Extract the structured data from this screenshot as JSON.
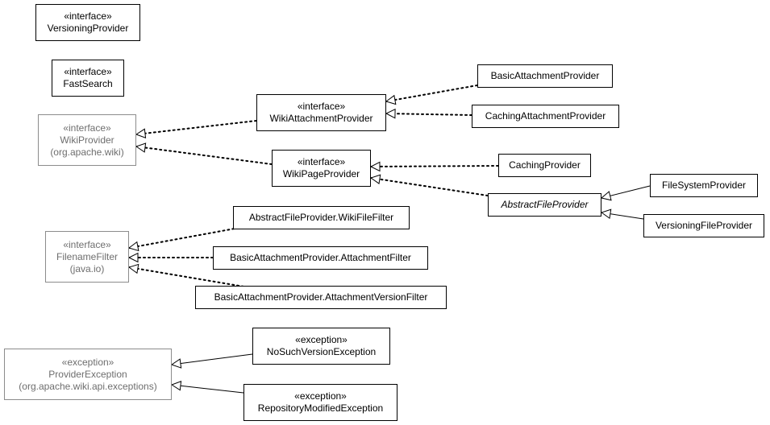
{
  "stereotypes": {
    "interface": "«interface»",
    "exception": "«exception»"
  },
  "classes": {
    "versioning_provider": {
      "stereotype": "«interface»",
      "name": "VersioningProvider"
    },
    "fast_search": {
      "stereotype": "«interface»",
      "name": "FastSearch"
    },
    "wiki_provider": {
      "stereotype": "«interface»",
      "name": "WikiProvider",
      "package": "(org.apache.wiki)"
    },
    "wiki_attachment_provider": {
      "stereotype": "«interface»",
      "name": "WikiAttachmentProvider"
    },
    "wiki_page_provider": {
      "stereotype": "«interface»",
      "name": "WikiPageProvider"
    },
    "basic_attachment_provider": {
      "name": "BasicAttachmentProvider"
    },
    "caching_attachment_provider": {
      "name": "CachingAttachmentProvider"
    },
    "caching_provider": {
      "name": "CachingProvider"
    },
    "abstract_file_provider": {
      "name": "AbstractFileProvider"
    },
    "file_system_provider": {
      "name": "FileSystemProvider"
    },
    "versioning_file_provider": {
      "name": "VersioningFileProvider"
    },
    "filename_filter": {
      "stereotype": "«interface»",
      "name": "FilenameFilter",
      "package": "(java.io)"
    },
    "wiki_file_filter": {
      "name": "AbstractFileProvider.WikiFileFilter"
    },
    "attachment_filter": {
      "name": "BasicAttachmentProvider.AttachmentFilter"
    },
    "attachment_version_filter": {
      "name": "BasicAttachmentProvider.AttachmentVersionFilter"
    },
    "provider_exception": {
      "stereotype": "«exception»",
      "name": "ProviderException",
      "package": "(org.apache.wiki.api.exceptions)"
    },
    "no_such_version_exception": {
      "stereotype": "«exception»",
      "name": "NoSuchVersionException"
    },
    "repository_modified_exception": {
      "stereotype": "«exception»",
      "name": "RepositoryModifiedException"
    }
  },
  "relations": [
    {
      "from": "wiki_attachment_provider",
      "to": "wiki_provider",
      "kind": "realization"
    },
    {
      "from": "wiki_page_provider",
      "to": "wiki_provider",
      "kind": "realization"
    },
    {
      "from": "basic_attachment_provider",
      "to": "wiki_attachment_provider",
      "kind": "realization"
    },
    {
      "from": "caching_attachment_provider",
      "to": "wiki_attachment_provider",
      "kind": "realization"
    },
    {
      "from": "caching_provider",
      "to": "wiki_page_provider",
      "kind": "realization"
    },
    {
      "from": "abstract_file_provider",
      "to": "wiki_page_provider",
      "kind": "realization"
    },
    {
      "from": "file_system_provider",
      "to": "abstract_file_provider",
      "kind": "generalization"
    },
    {
      "from": "versioning_file_provider",
      "to": "abstract_file_provider",
      "kind": "generalization"
    },
    {
      "from": "wiki_file_filter",
      "to": "filename_filter",
      "kind": "realization"
    },
    {
      "from": "attachment_filter",
      "to": "filename_filter",
      "kind": "realization"
    },
    {
      "from": "attachment_version_filter",
      "to": "filename_filter",
      "kind": "realization"
    },
    {
      "from": "no_such_version_exception",
      "to": "provider_exception",
      "kind": "generalization"
    },
    {
      "from": "repository_modified_exception",
      "to": "provider_exception",
      "kind": "generalization"
    }
  ]
}
